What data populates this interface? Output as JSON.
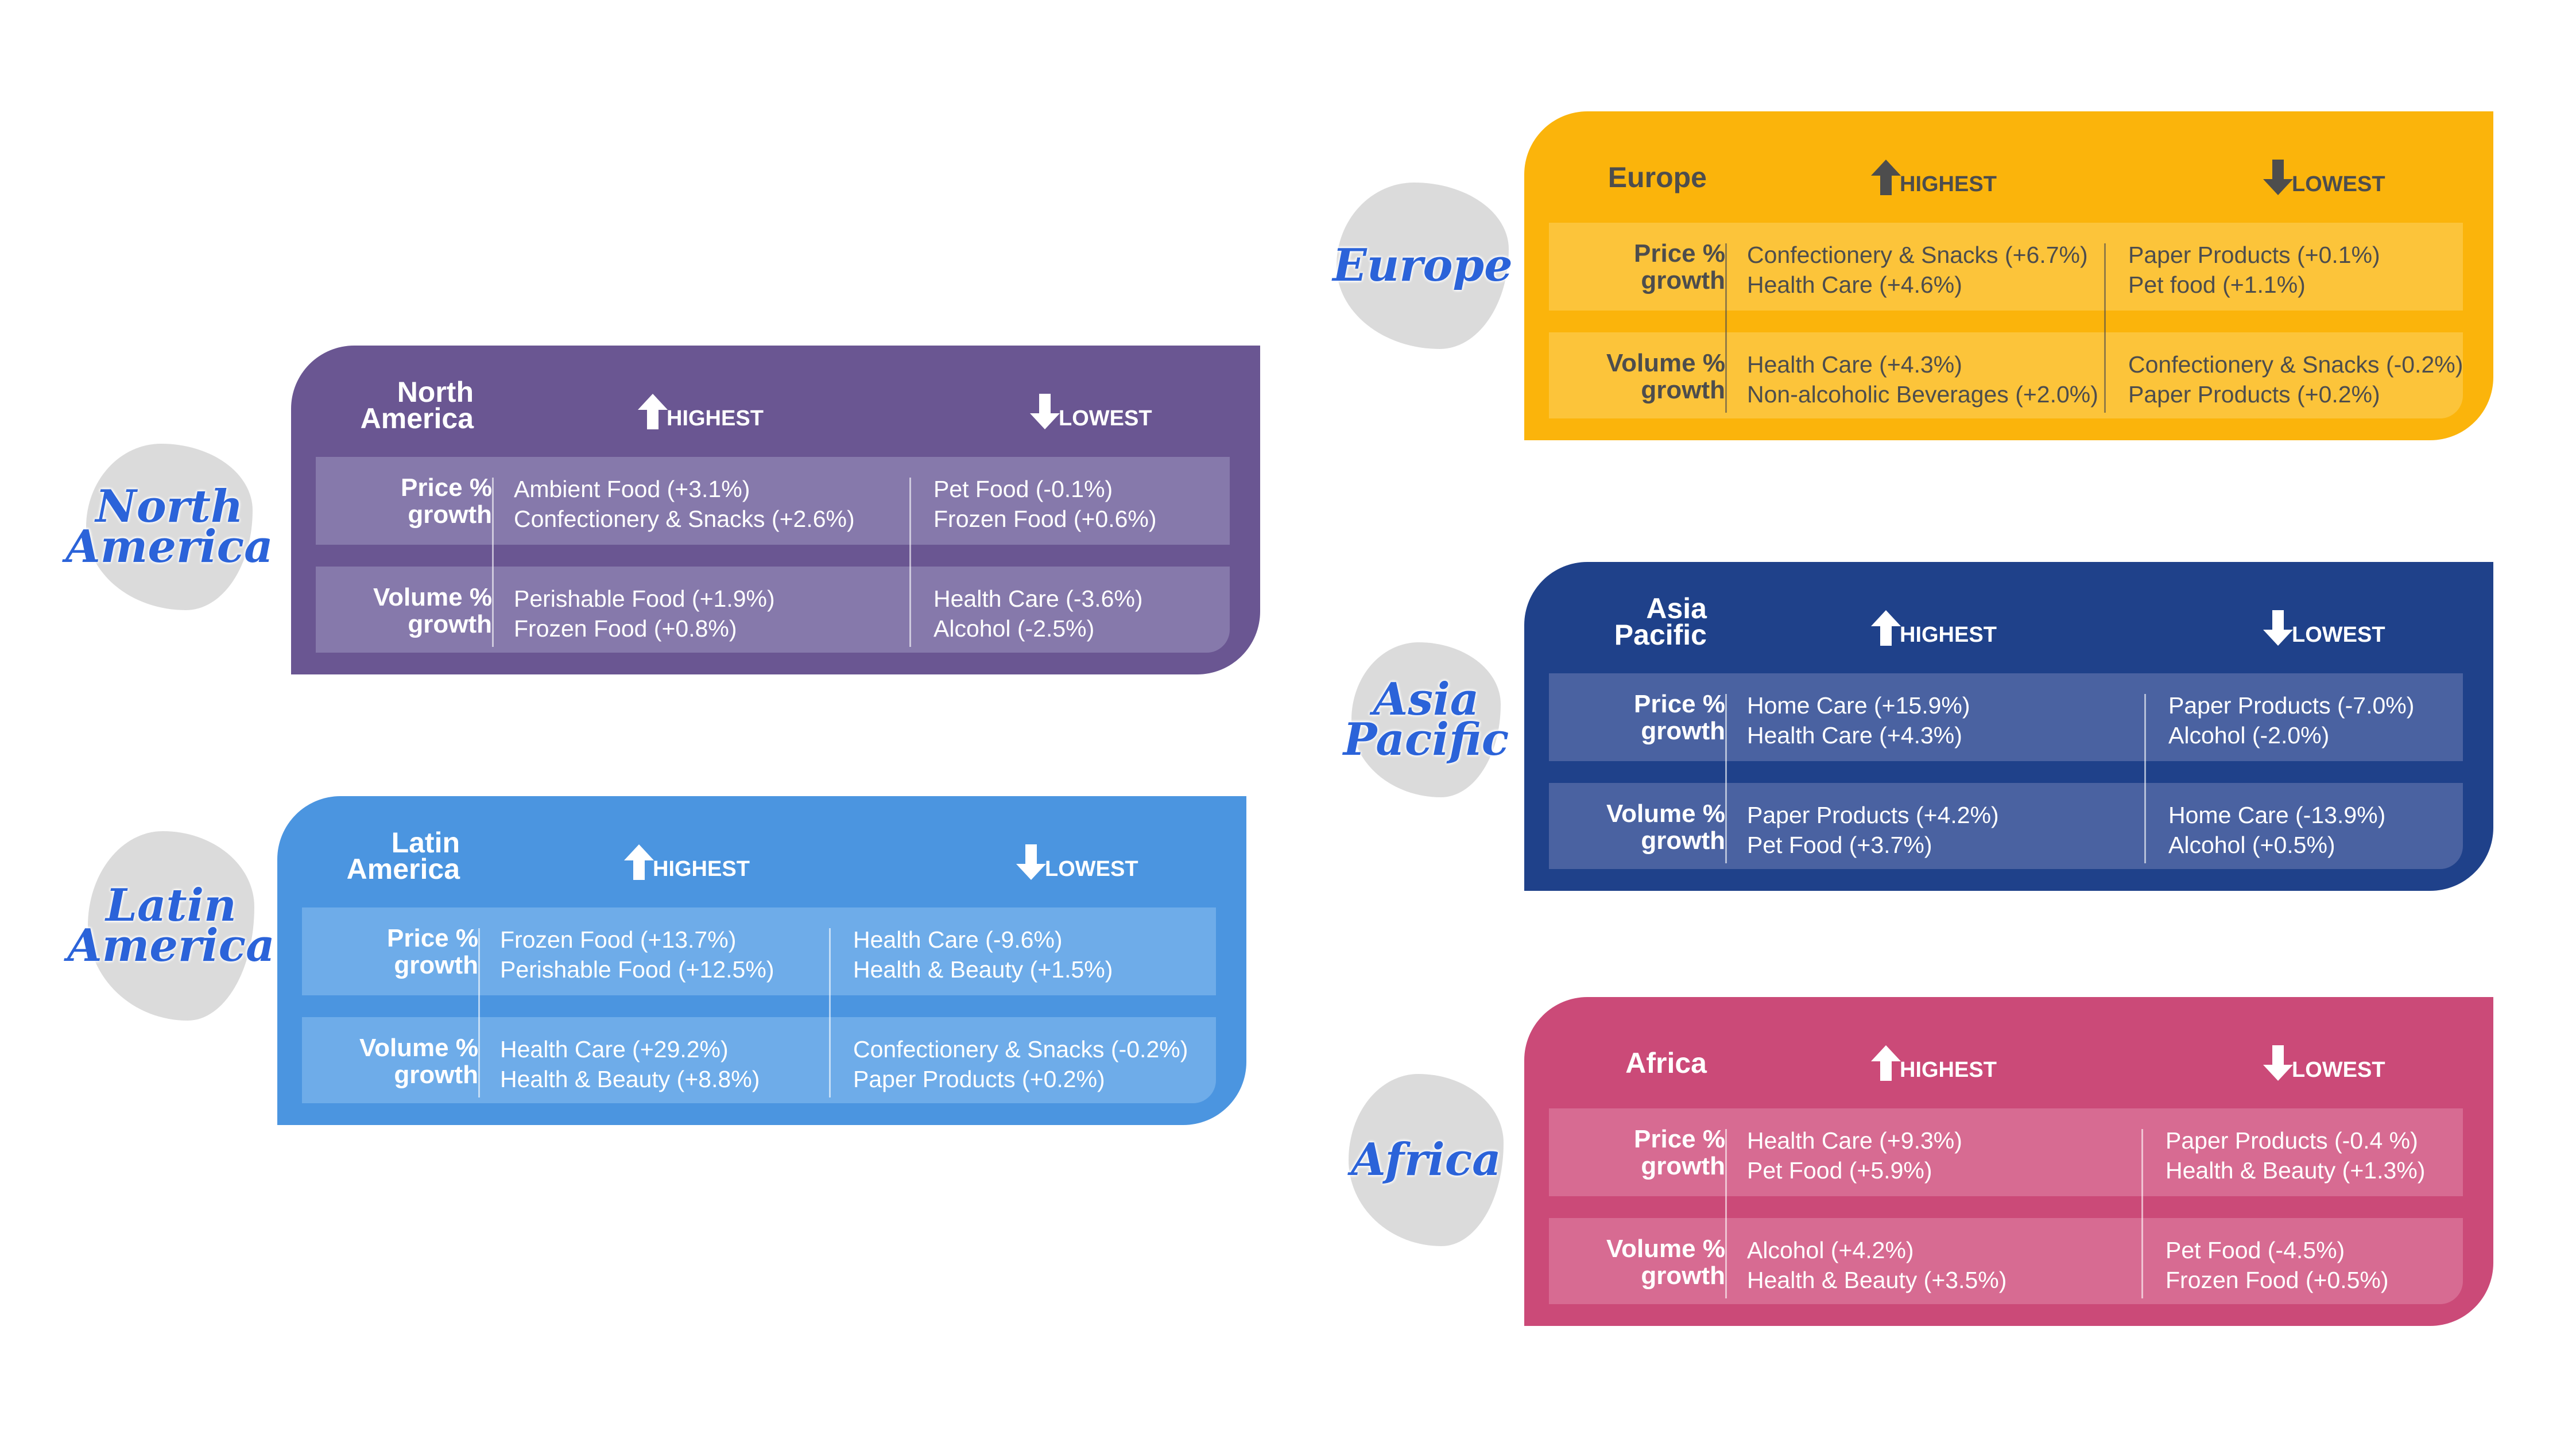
{
  "labels": {
    "highest": "HIGHEST",
    "lowest": "LOWEST",
    "price": "Price %\ngrowth",
    "volume": "Volume %\ngrowth"
  },
  "regions": [
    {
      "id": "north-america",
      "map_label": "North\nAmerica",
      "title": "North\nAmerica",
      "colors": {
        "panel": "#6a5692",
        "row": "#8679ab",
        "text": "#ffffff"
      },
      "price": {
        "highest": [
          "Ambient Food (+3.1%)",
          "Confectionery & Snacks (+2.6%)"
        ],
        "lowest": [
          "Pet Food (-0.1%)",
          "Frozen Food (+0.6%)"
        ]
      },
      "volume": {
        "highest": [
          "Perishable Food (+1.9%)",
          "Frozen Food (+0.8%)"
        ],
        "lowest": [
          "Health Care (-3.6%)",
          "Alcohol (-2.5%)"
        ]
      }
    },
    {
      "id": "latin-america",
      "map_label": "Latin\nAmerica",
      "title": "Latin\nAmerica",
      "colors": {
        "panel": "#4b95e0",
        "row": "#6eace9",
        "text": "#ffffff"
      },
      "price": {
        "highest": [
          "Frozen Food (+13.7%)",
          "Perishable Food (+12.5%)"
        ],
        "lowest": [
          "Health Care (-9.6%)",
          "Health & Beauty (+1.5%)"
        ]
      },
      "volume": {
        "highest": [
          "Health Care (+29.2%)",
          "Health & Beauty (+8.8%)"
        ],
        "lowest": [
          "Confectionery & Snacks (-0.2%)",
          "Paper Products (+0.2%)"
        ]
      }
    },
    {
      "id": "europe",
      "map_label": "Europe",
      "title": "Europe",
      "colors": {
        "panel": "#fbb40b",
        "row": "#fcc43a",
        "text": "#4d4d4d"
      },
      "price": {
        "highest": [
          "Confectionery & Snacks (+6.7%)",
          "Health Care (+4.6%)"
        ],
        "lowest": [
          "Paper Products (+0.1%)",
          "Pet food (+1.1%)"
        ]
      },
      "volume": {
        "highest": [
          "Health Care (+4.3%)",
          "Non-alcoholic Beverages (+2.0%)"
        ],
        "lowest": [
          "Confectionery & Snacks (-0.2%)",
          "Paper Products (+0.2%)"
        ]
      }
    },
    {
      "id": "asia-pacific",
      "map_label": "Asia\nPacific",
      "title": "Asia\nPacific",
      "colors": {
        "panel": "#1f418a",
        "row": "#4a62a1",
        "text": "#ffffff"
      },
      "price": {
        "highest": [
          "Home Care (+15.9%)",
          "Health Care  (+4.3%)"
        ],
        "lowest": [
          "Paper Products (-7.0%)",
          "Alcohol (-2.0%)"
        ]
      },
      "volume": {
        "highest": [
          "Paper Products (+4.2%)",
          "Pet Food (+3.7%)"
        ],
        "lowest": [
          "Home Care (-13.9%)",
          "Alcohol (+0.5%)"
        ]
      }
    },
    {
      "id": "africa",
      "map_label": "Africa",
      "title": "Africa",
      "colors": {
        "panel": "#cb4a78",
        "row": "#d76b92",
        "text": "#ffffff"
      },
      "price": {
        "highest": [
          "Health Care (+9.3%)",
          "Pet Food (+5.9%)"
        ],
        "lowest": [
          "Paper Products (-0.4 %)",
          "Health & Beauty (+1.3%)"
        ]
      },
      "volume": {
        "highest": [
          "Alcohol (+4.2%)",
          "Health & Beauty (+3.5%)"
        ],
        "lowest": [
          "Pet Food (-4.5%)",
          "Frozen Food (+0.5%)"
        ]
      }
    }
  ]
}
